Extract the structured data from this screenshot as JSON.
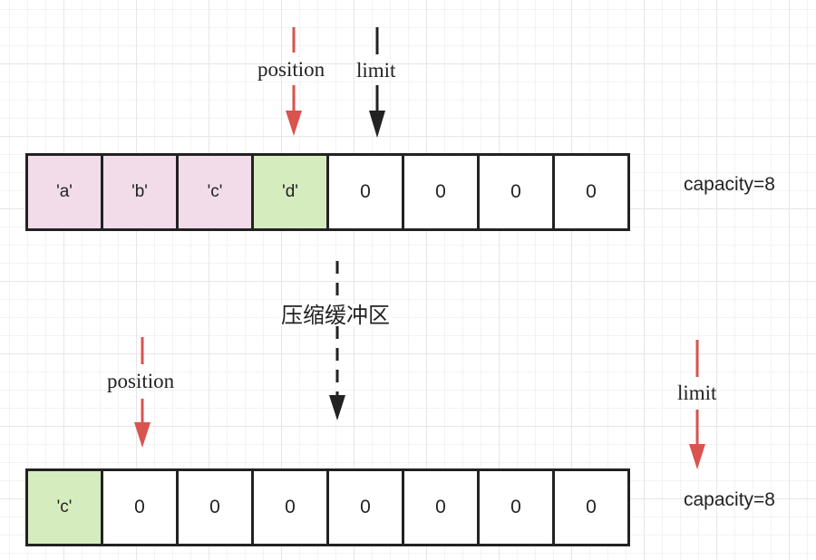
{
  "colors": {
    "pink": "#f2dcea",
    "green": "#d5ecbf",
    "white": "#ffffff",
    "red_arrow": "#d9534f",
    "black_arrow": "#222222"
  },
  "top": {
    "cells": [
      "'a'",
      "'b'",
      "'c'",
      "'d'",
      "0",
      "0",
      "0",
      "0"
    ],
    "cell_colors": [
      "pink",
      "pink",
      "pink",
      "green",
      "white",
      "white",
      "white",
      "white"
    ],
    "position_label": "position",
    "limit_label": "limit",
    "capacity_label": "capacity=8"
  },
  "middle": {
    "compact_label": "压缩缓冲区"
  },
  "bottom": {
    "cells": [
      "'c'",
      "0",
      "0",
      "0",
      "0",
      "0",
      "0",
      "0"
    ],
    "cell_colors": [
      "green",
      "white",
      "white",
      "white",
      "white",
      "white",
      "white",
      "white"
    ],
    "position_label": "position",
    "limit_label": "limit",
    "capacity_label": "capacity=8"
  }
}
